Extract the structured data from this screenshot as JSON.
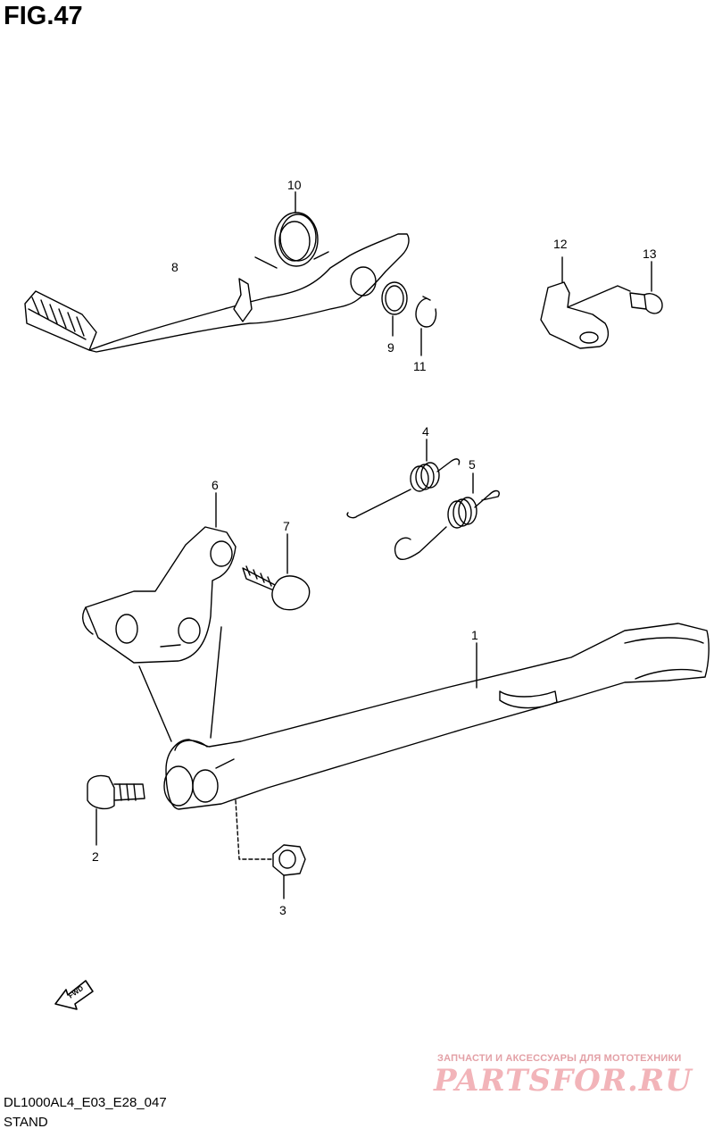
{
  "figure": {
    "title": "FIG.47"
  },
  "callouts": [
    {
      "id": "c1",
      "text": "1"
    },
    {
      "id": "c2",
      "text": "2"
    },
    {
      "id": "c3",
      "text": "3"
    },
    {
      "id": "c4",
      "text": "4"
    },
    {
      "id": "c5",
      "text": "5"
    },
    {
      "id": "c6",
      "text": "6"
    },
    {
      "id": "c7",
      "text": "7"
    },
    {
      "id": "c8",
      "text": "8"
    },
    {
      "id": "c9",
      "text": "9"
    },
    {
      "id": "c10",
      "text": "10"
    },
    {
      "id": "c11",
      "text": "11"
    },
    {
      "id": "c12",
      "text": "12"
    },
    {
      "id": "c13",
      "text": "13"
    }
  ],
  "fwd_label": "FWD",
  "footer": {
    "code": "DL1000AL4_E03_E28_047",
    "name": "STAND"
  },
  "watermark": {
    "tagline": "ЗАПЧАСТИ И АКСЕССУАРЫ ДЛЯ МОТОТЕХНИКИ",
    "brand": "PARTSFOR.RU"
  },
  "colors": {
    "line": "#000000",
    "watermark": "#f2b4b9"
  }
}
